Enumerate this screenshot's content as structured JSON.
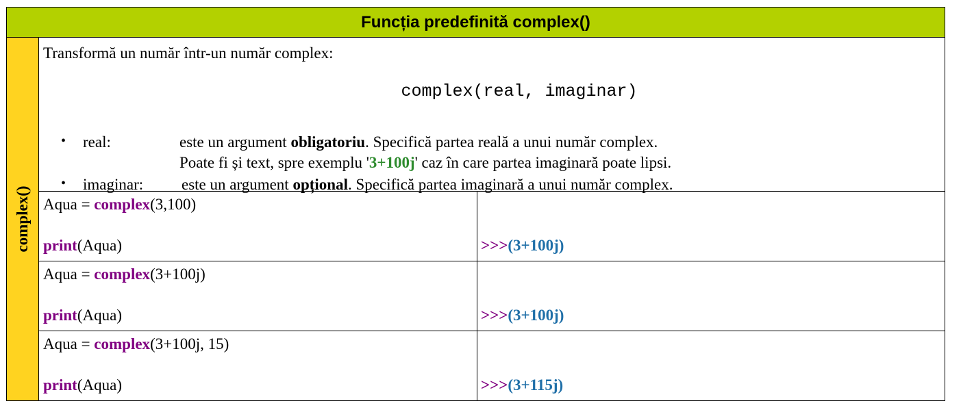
{
  "title": "Funcția predefinită complex()",
  "side_label": "complex()",
  "description": {
    "intro": "Transformă un număr într-un număr complex:",
    "signature": "complex(real, imaginar)",
    "bullet": "•",
    "params": [
      {
        "name": "real:",
        "text_before": "este un argument ",
        "bold": "obligatoriu",
        "text_after": ". Specifică partea reală a unui număr complex.",
        "line2_before": "Poate fi și text, spre exemplu '",
        "line2_green": "3+100j",
        "line2_after": "' caz în  care partea imaginară poate lipsi."
      },
      {
        "name": "imaginar:",
        "text_before": "este un argument ",
        "bold": "opțional",
        "text_after": ". Specifică partea imaginară a unui număr complex."
      }
    ]
  },
  "examples": [
    {
      "var": "Aqua = ",
      "func": "complex",
      "args": "(3,100)",
      "print_kw": "print",
      "print_args": "(Aqua)",
      "prompt": ">>>",
      "result": "(3+100j)"
    },
    {
      "var": "Aqua = ",
      "func": "complex",
      "args": "(3+100j)",
      "print_kw": "print",
      "print_args": "(Aqua)",
      "prompt": ">>>",
      "result": "(3+100j)"
    },
    {
      "var": "Aqua = ",
      "func": "complex",
      "args": "(3+100j, 15)",
      "print_kw": "print",
      "print_args": "(Aqua)",
      "prompt": ">>>",
      "result": "(3+115j)"
    }
  ],
  "colors": {
    "header_bg": "#b3d100",
    "side_bg": "#ffd320",
    "keyword": "#800080",
    "result": "#1f6fa8",
    "highlight": "#2e8b2e"
  }
}
